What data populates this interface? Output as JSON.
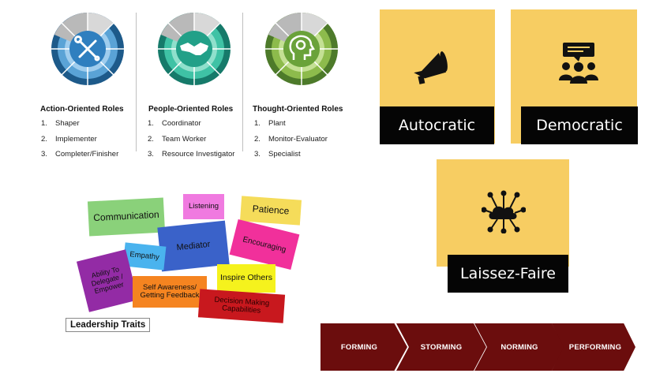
{
  "belbin": {
    "groups": [
      {
        "title": "Action-Oriented Roles",
        "icon": "tools-icon",
        "ring_dark": "#1d5a8a",
        "ring_light": "#5aa3d6",
        "roles": [
          {
            "num": "1.",
            "name": "Shaper"
          },
          {
            "num": "2.",
            "name": "Implementer"
          },
          {
            "num": "3.",
            "name": "Completer/Finisher"
          }
        ]
      },
      {
        "title": "People-Oriented Roles",
        "icon": "handshake-icon",
        "ring_dark": "#167a6a",
        "ring_light": "#3fc2a5",
        "roles": [
          {
            "num": "1.",
            "name": "Coordinator"
          },
          {
            "num": "2.",
            "name": "Team Worker"
          },
          {
            "num": "3.",
            "name": "Resource Investigator"
          }
        ]
      },
      {
        "title": "Thought-Oriented Roles",
        "icon": "brain-head-icon",
        "ring_dark": "#4d7a2a",
        "ring_light": "#8dbb4c",
        "roles": [
          {
            "num": "1.",
            "name": "Plant"
          },
          {
            "num": "2.",
            "name": "Monitor-Evaluator"
          },
          {
            "num": "3.",
            "name": "Specialist"
          }
        ]
      }
    ]
  },
  "leadership_styles": [
    {
      "label": "Autocratic",
      "icon": "megaphone-icon"
    },
    {
      "label": "Democratic",
      "icon": "group-discussion-icon"
    },
    {
      "label": "Laissez-Faire",
      "icon": "cloud-network-icon"
    }
  ],
  "traits": {
    "caption": "Leadership Traits",
    "notes": [
      {
        "text": "Communication",
        "color": "#8ad17a"
      },
      {
        "text": "Listening",
        "color": "#f07ae0"
      },
      {
        "text": "Patience",
        "color": "#f5dc5a"
      },
      {
        "text": "Mediator",
        "color": "#3a62c9"
      },
      {
        "text": "Empathy",
        "color": "#4ab3ee"
      },
      {
        "text": "Encouraging",
        "color": "#f1309b"
      },
      {
        "text": "Ability To Delegate / Empower",
        "color": "#932ba5"
      },
      {
        "text": "Self Awareness/ Getting Feedback",
        "color": "#f58420"
      },
      {
        "text": "Inspire Others",
        "color": "#f5f21d"
      },
      {
        "text": "Decision Making Capabilities",
        "color": "#c8181e"
      }
    ]
  },
  "stages": [
    {
      "label": "FORMING"
    },
    {
      "label": "STORMING"
    },
    {
      "label": "NORMING"
    },
    {
      "label": "PERFORMING"
    }
  ],
  "colors": {
    "card": "#f7cd62",
    "label_bg": "#050505",
    "chevron": "#6b0d0d"
  }
}
